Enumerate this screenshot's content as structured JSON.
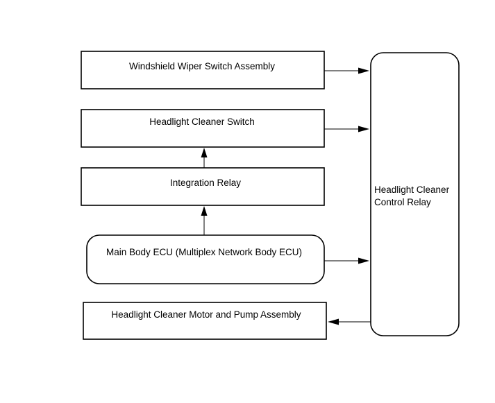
{
  "diagram": {
    "nodes": {
      "wiper_switch": {
        "label": "Windshield Wiper Switch Assembly"
      },
      "cleaner_switch": {
        "label": "Headlight Cleaner Switch"
      },
      "integration_relay": {
        "label": "Integration Relay"
      },
      "main_body_ecu": {
        "label": "Main Body ECU (Multiplex Network Body ECU)"
      },
      "motor_pump": {
        "label": "Headlight Cleaner Motor and Pump Assembly"
      },
      "control_relay": {
        "label_lines": [
          "Headlight Cleaner",
          "Control Relay"
        ]
      }
    },
    "edges": [
      {
        "from": "wiper_switch",
        "to": "control_relay"
      },
      {
        "from": "cleaner_switch",
        "to": "control_relay"
      },
      {
        "from": "integration_relay",
        "to": "cleaner_switch"
      },
      {
        "from": "main_body_ecu",
        "to": "integration_relay"
      },
      {
        "from": "main_body_ecu",
        "to": "control_relay"
      },
      {
        "from": "control_relay",
        "to": "motor_pump"
      }
    ],
    "colors": {
      "line": "#000000",
      "background": "#ffffff"
    }
  }
}
